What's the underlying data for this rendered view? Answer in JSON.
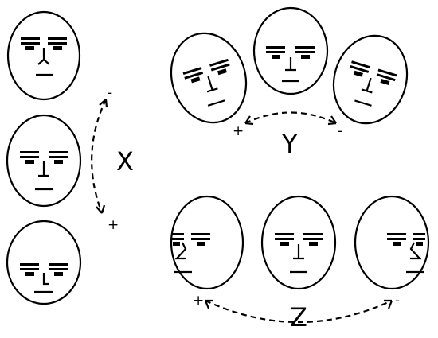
{
  "axes": {
    "x": {
      "label": "X",
      "positive": "+",
      "negative": "-"
    },
    "y": {
      "label": "Y",
      "positive": "+",
      "negative": "-"
    },
    "z": {
      "label": "Z",
      "positive": "+",
      "negative": "-"
    }
  },
  "colors": {
    "stroke": "#000000",
    "background": "#ffffff"
  }
}
